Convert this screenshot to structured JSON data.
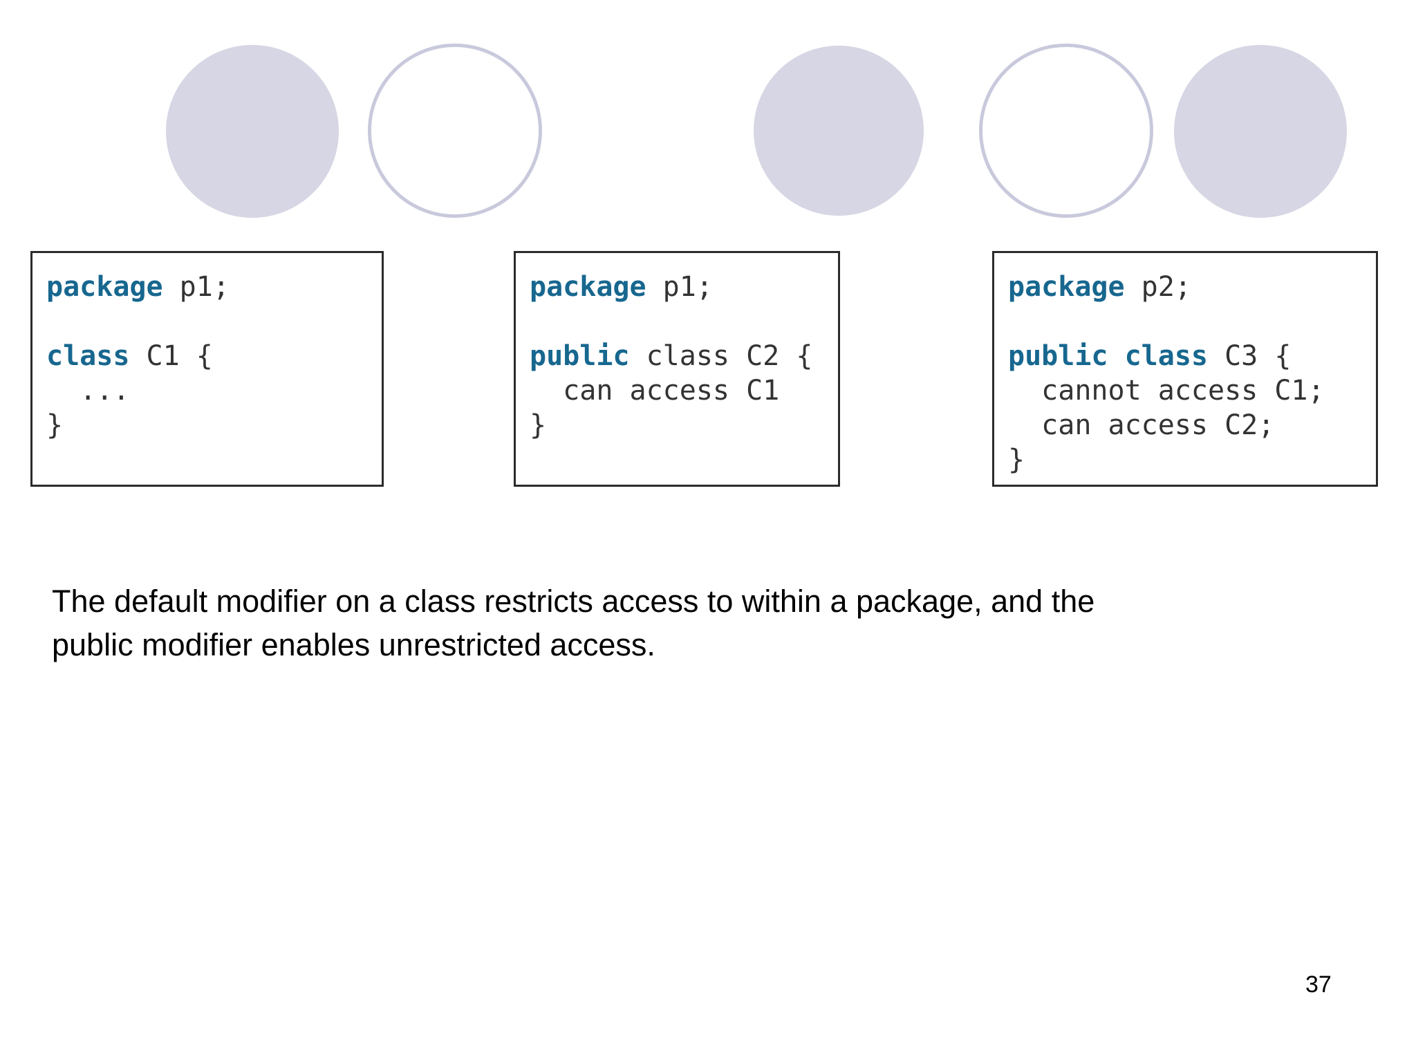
{
  "slide": {
    "page_number": "37"
  },
  "decoration": {
    "circles": [
      {
        "style": "filled"
      },
      {
        "style": "outline"
      },
      {
        "style": "filled"
      },
      {
        "style": "outline"
      },
      {
        "style": "filled"
      }
    ]
  },
  "code_boxes": [
    {
      "title": "package p1 default class C1",
      "lines": [
        [
          {
            "t": "package",
            "k": true
          },
          {
            "t": " p1;",
            "k": false
          }
        ],
        [],
        [
          {
            "t": "class",
            "k": true
          },
          {
            "t": " C1 {",
            "k": false
          }
        ],
        [
          {
            "t": "  ...",
            "k": false
          }
        ],
        [
          {
            "t": "}",
            "k": false
          }
        ]
      ]
    },
    {
      "title": "package p1 public class C2",
      "lines": [
        [
          {
            "t": "package",
            "k": true
          },
          {
            "t": " p1;",
            "k": false
          }
        ],
        [],
        [
          {
            "t": "public",
            "k": true
          },
          {
            "t": " class C2 {",
            "k": false
          }
        ],
        [
          {
            "t": "  can access C1",
            "k": false
          }
        ],
        [
          {
            "t": "}",
            "k": false
          }
        ]
      ]
    },
    {
      "title": "package p2 public class C3",
      "lines": [
        [
          {
            "t": "package",
            "k": true
          },
          {
            "t": " p2;",
            "k": false
          }
        ],
        [],
        [
          {
            "t": "public class",
            "k": true
          },
          {
            "t": " C3 {",
            "k": false
          }
        ],
        [
          {
            "t": "  cannot access C1;",
            "k": false
          }
        ],
        [
          {
            "t": "  can access C2;",
            "k": false
          }
        ],
        [
          {
            "t": "}",
            "k": false
          }
        ]
      ]
    }
  ],
  "caption": {
    "lines": [
      "The default modifier on a class restricts access to within a package, and the",
      "public modifier enables unrestricted access."
    ]
  },
  "colors": {
    "kw": "#17678f",
    "code_text": "#333333",
    "box_border": "#2b2b2b",
    "circle_fill": "#d6d6e4",
    "circle_outline": "#c9c9dd",
    "text": "#000000"
  }
}
